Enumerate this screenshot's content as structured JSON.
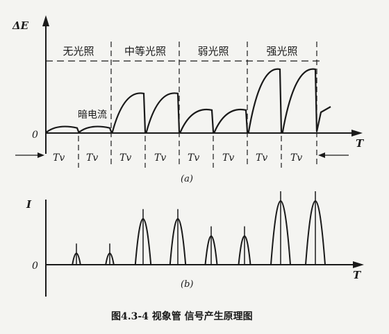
{
  "panel_a": {
    "axis_y_label": "ΔE",
    "axis_x_label": "T",
    "origin_label": "0",
    "dark_current_label": "暗电流",
    "regions": [
      {
        "label": "无光照",
        "pulse_level": 0.08
      },
      {
        "label": "中等光照",
        "pulse_level": 0.62
      },
      {
        "label": "弱光照",
        "pulse_level": 0.36
      },
      {
        "label": "强光照",
        "pulse_level": 1.0
      }
    ],
    "interval_labels": [
      "Tv",
      "Tv",
      "Tv",
      "Tv",
      "Tv",
      "Tv",
      "Tv",
      "Tv"
    ],
    "caption": "(a)"
  },
  "panel_b": {
    "axis_y_label": "I",
    "axis_x_label": "T",
    "origin_label": "0",
    "pulse_levels": [
      0.18,
      0.18,
      0.72,
      0.72,
      0.45,
      0.45,
      1.0,
      1.0
    ],
    "caption": "(b)"
  },
  "figure_caption": "图4.3-4   视象管 信号产生原理图"
}
